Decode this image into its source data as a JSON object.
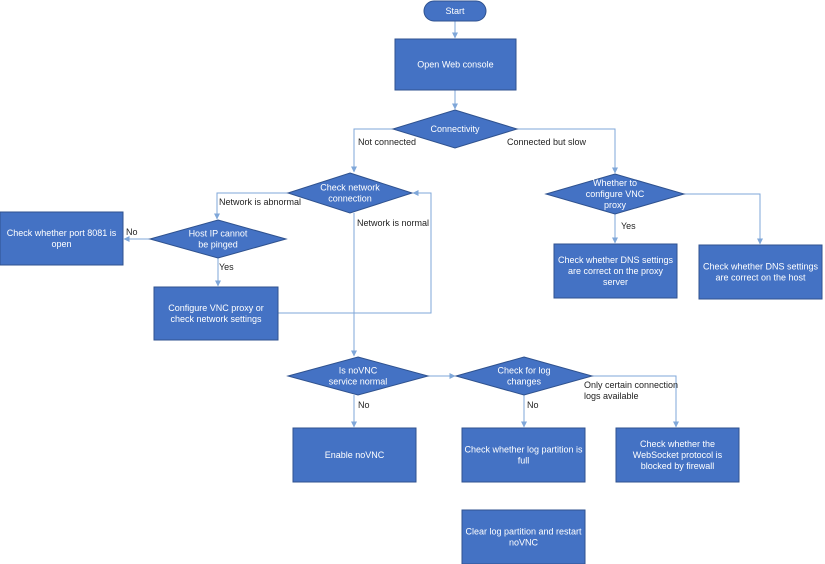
{
  "colors": {
    "node_fill": "#4472C4",
    "node_stroke": "#2F528F",
    "edge": "#7FA7D9",
    "label": "#222222"
  },
  "nodes": [
    {
      "id": "start",
      "shape": "terminal",
      "lines": [
        "Start"
      ]
    },
    {
      "id": "open-web-console",
      "shape": "process",
      "lines": [
        "Open Web console"
      ]
    },
    {
      "id": "connectivity",
      "shape": "decision",
      "lines": [
        "Connectivity"
      ]
    },
    {
      "id": "check-network-connection",
      "shape": "decision",
      "lines": [
        "Check network",
        "connection"
      ]
    },
    {
      "id": "whether-configure-vnc-proxy",
      "shape": "decision",
      "lines": [
        "Whether to",
        "configure VNC",
        "proxy"
      ]
    },
    {
      "id": "check-port-8081",
      "shape": "process",
      "lines": [
        "Check whether port 8081 is",
        "open"
      ]
    },
    {
      "id": "host-ip-cannot-be-pinged",
      "shape": "decision",
      "lines": [
        "Host IP cannot",
        "be pinged"
      ]
    },
    {
      "id": "check-dns-proxy-server",
      "shape": "process",
      "lines": [
        "Check whether DNS settings",
        "are correct on the proxy",
        "server"
      ]
    },
    {
      "id": "check-dns-host",
      "shape": "process",
      "lines": [
        "Check whether DNS settings",
        "are correct on the host"
      ]
    },
    {
      "id": "configure-vnc-proxy",
      "shape": "process",
      "lines": [
        "Configure VNC proxy or",
        "check network settings"
      ]
    },
    {
      "id": "is-novnc-service-normal",
      "shape": "decision",
      "lines": [
        "Is noVNC",
        "service normal"
      ]
    },
    {
      "id": "check-log-changes",
      "shape": "decision",
      "lines": [
        "Check for log",
        "changes"
      ]
    },
    {
      "id": "enable-novnc",
      "shape": "process",
      "lines": [
        "Enable noVNC"
      ]
    },
    {
      "id": "check-log-partition-full",
      "shape": "process",
      "lines": [
        "Check whether log partition is",
        "full"
      ]
    },
    {
      "id": "check-websocket-firewall",
      "shape": "process",
      "lines": [
        "Check whether the",
        "WebSocket protocol is",
        "blocked by firewall"
      ]
    },
    {
      "id": "clear-log-partition",
      "shape": "process",
      "lines": [
        "Clear log partition and restart",
        "noVNC"
      ]
    }
  ],
  "edges": [
    {
      "id": "start-to-open",
      "from": "start",
      "to": "open-web-console"
    },
    {
      "id": "open-to-connectivity",
      "from": "open-web-console",
      "to": "connectivity"
    },
    {
      "id": "connectivity-not-connected",
      "from": "connectivity",
      "to": "check-network-connection",
      "lines": [
        "Not connected"
      ]
    },
    {
      "id": "connectivity-slow",
      "from": "connectivity",
      "to": "whether-configure-vnc-proxy",
      "lines": [
        "Connected but slow"
      ]
    },
    {
      "id": "network-abnormal",
      "from": "check-network-connection",
      "to": "host-ip-cannot-be-pinged",
      "lines": [
        "Network is abnormal"
      ]
    },
    {
      "id": "network-normal",
      "from": "check-network-connection",
      "to": "is-novnc-service-normal",
      "lines": [
        "Network is normal"
      ]
    },
    {
      "id": "host-ip-no",
      "from": "host-ip-cannot-be-pinged",
      "to": "check-port-8081",
      "lines": [
        "No"
      ]
    },
    {
      "id": "host-ip-yes",
      "from": "host-ip-cannot-be-pinged",
      "to": "configure-vnc-proxy",
      "lines": [
        "Yes"
      ]
    },
    {
      "id": "configure-back-to-check",
      "from": "configure-vnc-proxy",
      "to": "check-network-connection"
    },
    {
      "id": "proxy-yes",
      "from": "whether-configure-vnc-proxy",
      "to": "check-dns-proxy-server",
      "lines": [
        "Yes"
      ]
    },
    {
      "id": "proxy-no-label",
      "from": "whether-configure-vnc-proxy",
      "to": "check-dns-host"
    },
    {
      "id": "novnc-no",
      "from": "is-novnc-service-normal",
      "to": "enable-novnc",
      "lines": [
        "No"
      ]
    },
    {
      "id": "novnc-to-log",
      "from": "is-novnc-service-normal",
      "to": "check-log-changes"
    },
    {
      "id": "log-no",
      "from": "check-log-changes",
      "to": "check-log-partition-full",
      "lines": [
        "No"
      ]
    },
    {
      "id": "log-certain",
      "from": "check-log-changes",
      "to": "check-websocket-firewall",
      "lines": [
        "Only certain connection",
        "logs available"
      ]
    }
  ]
}
